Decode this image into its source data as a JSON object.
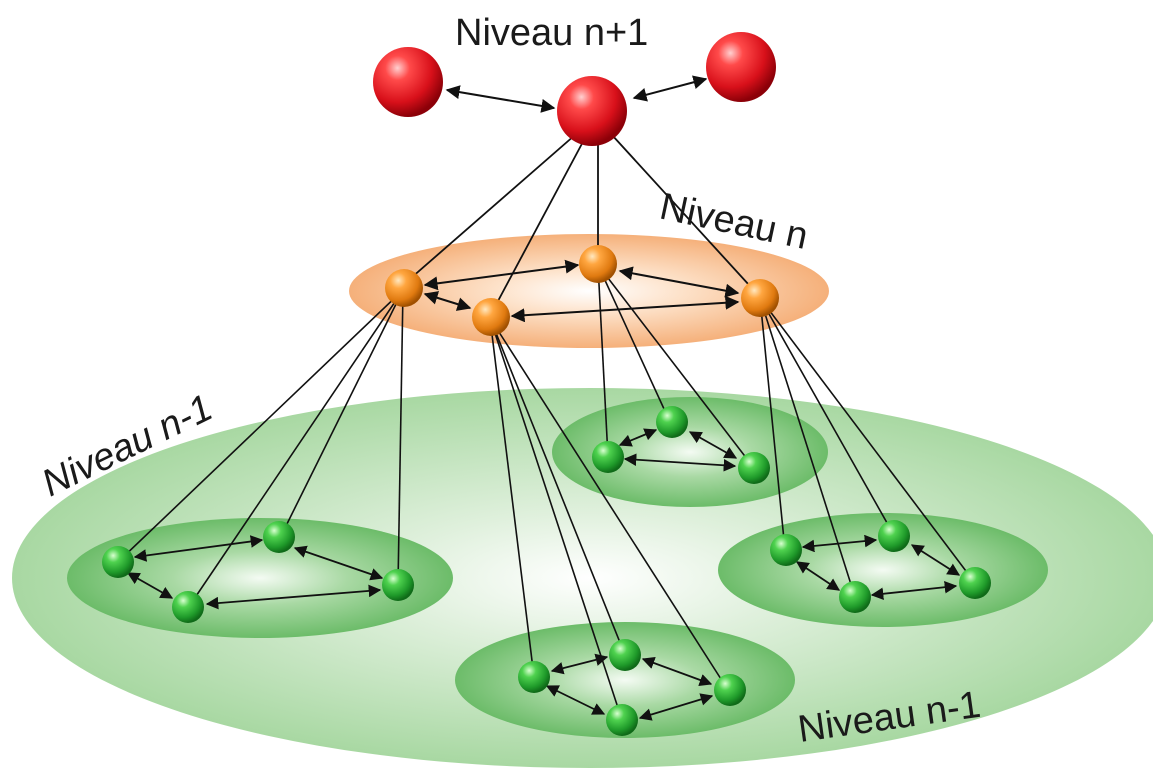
{
  "labels": {
    "top": "Niveau n+1",
    "middle": "Niveau n",
    "lower_left": "Niveau n-1",
    "lower_right": "Niveau n-1"
  },
  "colors": {
    "level_top_node": "#e0141c",
    "level_middle_node": "#f08c1e",
    "level_lower_node": "#2fb53a",
    "middle_disk": "#f7b47a",
    "lower_disk": "#8fce8c",
    "cluster_disk": "#5fb95f",
    "link": "#111111"
  }
}
